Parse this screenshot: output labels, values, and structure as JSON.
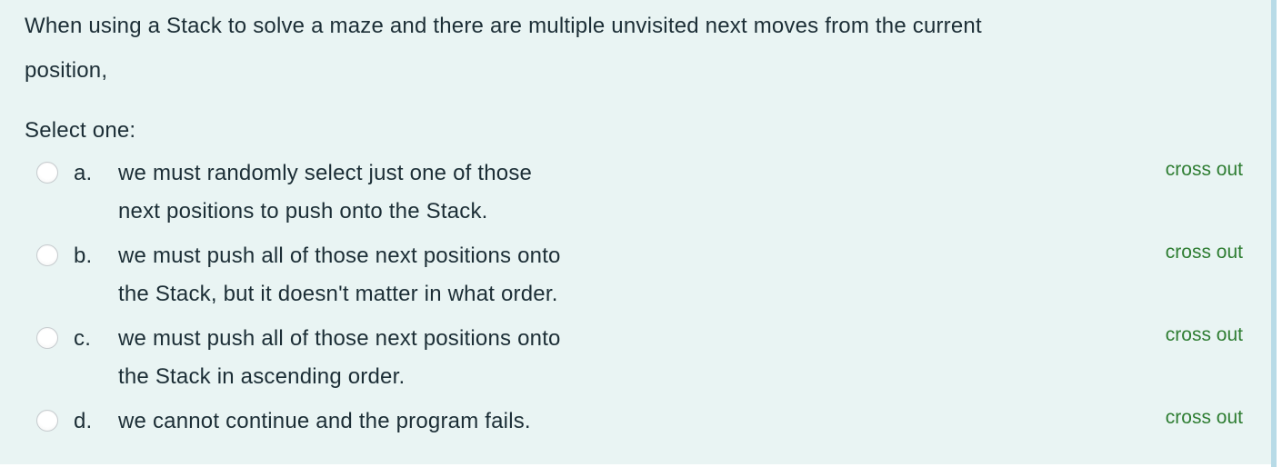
{
  "colors": {
    "content_background": "#e9f4f3",
    "text": "#1c2e36",
    "crossout_green": "#2e7d32",
    "scrollbar_thumb": "#b8dbe7",
    "radio_border": "#c6cbce"
  },
  "question": {
    "lines": [
      "When using a Stack to solve a maze and there are multiple unvisited next moves from the current",
      "position,"
    ]
  },
  "prompt_label": "Select one:",
  "crossout_label": "cross out",
  "options": [
    {
      "letter": "a.",
      "selected": false,
      "lines": [
        "we must randomly select just one of those",
        "next positions to push onto the Stack."
      ]
    },
    {
      "letter": "b.",
      "selected": false,
      "lines": [
        "we must push all of those next positions onto",
        "the Stack, but it doesn't matter in what order."
      ]
    },
    {
      "letter": "c.",
      "selected": false,
      "lines": [
        "we must push all of those next positions onto",
        "the Stack in ascending order."
      ]
    },
    {
      "letter": "d.",
      "selected": false,
      "lines": [
        "we cannot continue and the program fails."
      ]
    }
  ]
}
